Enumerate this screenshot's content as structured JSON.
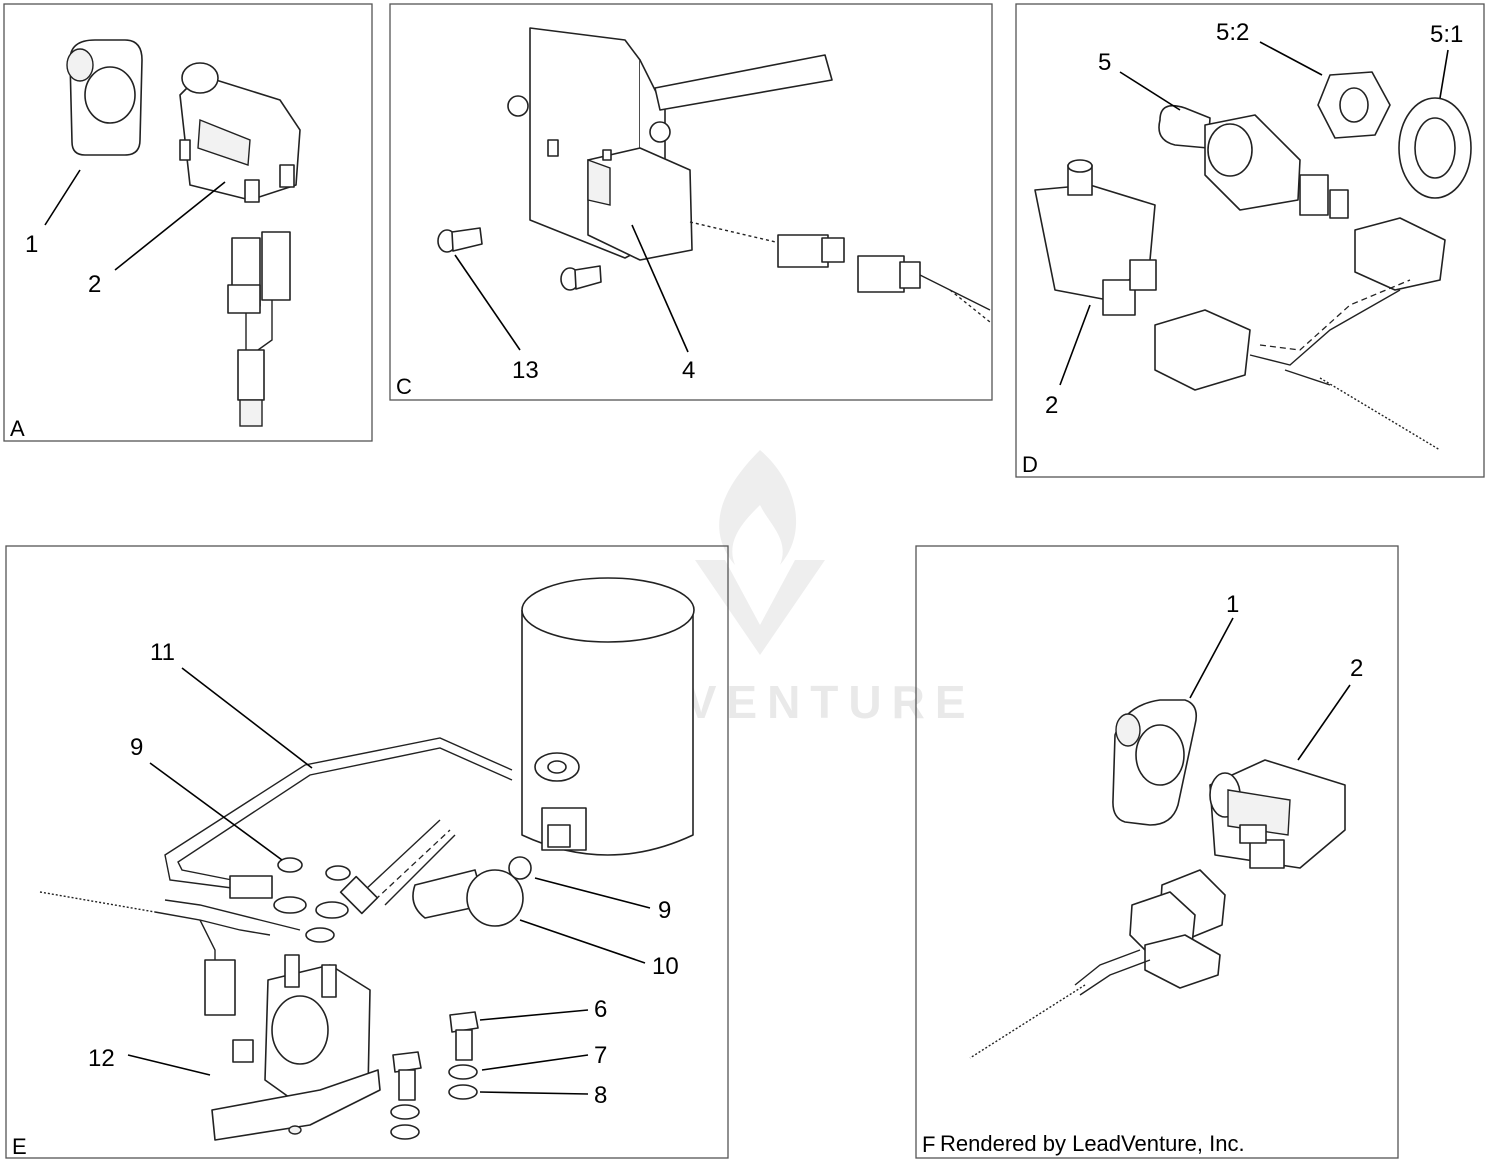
{
  "watermark": {
    "brand": "LEADVENTURE",
    "icon": "leadventure-logo-icon"
  },
  "credit": "Rendered by LeadVenture, Inc.",
  "panels": [
    {
      "letter": "A",
      "callouts": [
        "1",
        "2"
      ]
    },
    {
      "letter": "C",
      "callouts": [
        "13",
        "4"
      ]
    },
    {
      "letter": "D",
      "callouts": [
        "5",
        "5:2",
        "5:1",
        "2"
      ]
    },
    {
      "letter": "E",
      "callouts": [
        "11",
        "9",
        "9",
        "10",
        "6",
        "7",
        "8",
        "12"
      ]
    },
    {
      "letter": "F",
      "callouts": [
        "1",
        "2"
      ]
    }
  ]
}
